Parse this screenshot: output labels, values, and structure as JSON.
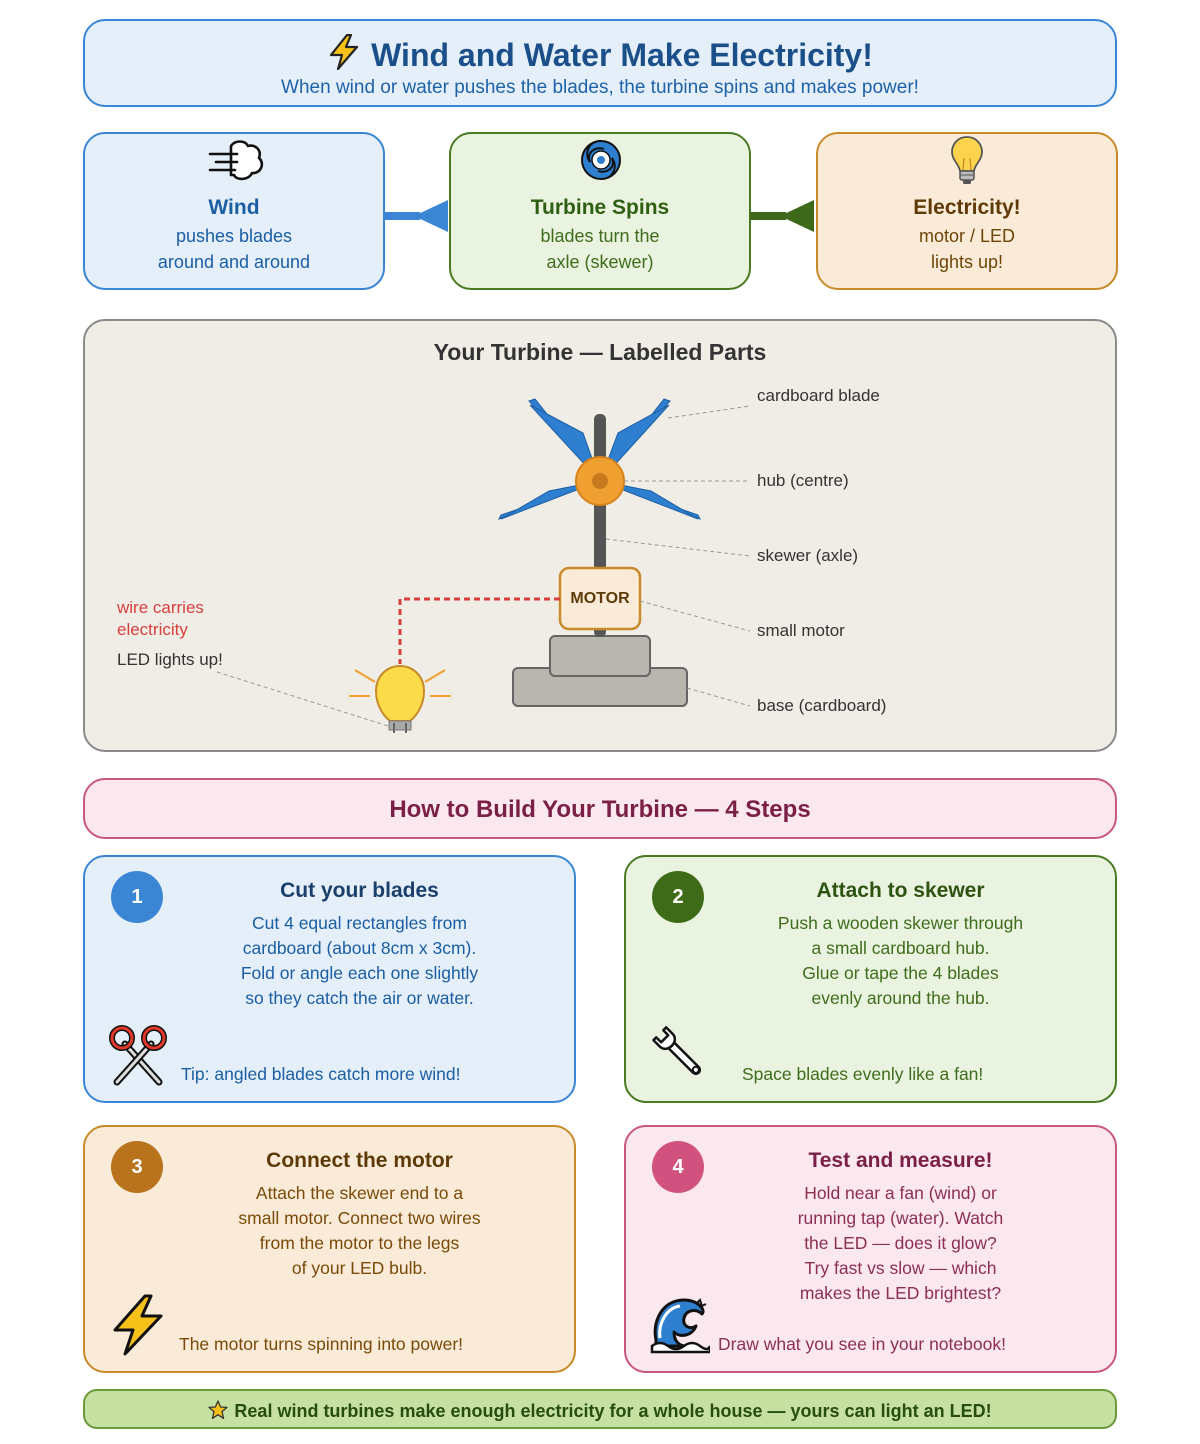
{
  "header": {
    "title": "Wind and Water Make Electricity!",
    "subtitle": "When wind or water pushes the blades, the turbine spins and makes power!"
  },
  "flow": [
    {
      "title": "Wind",
      "lines": [
        "pushes blades",
        "around and around"
      ],
      "icon": "wind-puff-icon"
    },
    {
      "title": "Turbine Spins",
      "lines": [
        "blades turn the",
        "axle (skewer)"
      ],
      "icon": "cyclone-icon"
    },
    {
      "title": "Electricity!",
      "lines": [
        "motor / LED",
        "lights up!"
      ],
      "icon": "light-bulb-icon"
    }
  ],
  "diagram": {
    "title": "Your Turbine — Labelled Parts",
    "motor_text": "MOTOR",
    "labels": {
      "blade": "cardboard blade",
      "hub": "hub (centre)",
      "skewer": "skewer (axle)",
      "motor": "small motor",
      "base": "base (cardboard)",
      "wire_line1": "wire carries",
      "wire_line2": "electricity",
      "led": "LED lights up!"
    }
  },
  "build": {
    "title": "How to Build Your Turbine — 4 Steps",
    "steps": [
      {
        "num": "1",
        "title": "Cut your blades",
        "lines": [
          "Cut 4 equal rectangles from",
          "cardboard (about 8cm x 3cm).",
          "Fold or angle each one slightly",
          "so they catch the air or water."
        ],
        "tip": "Tip: angled blades catch more wind!",
        "icon": "scissors-icon"
      },
      {
        "num": "2",
        "title": "Attach to skewer",
        "lines": [
          "Push a wooden skewer through",
          "a small cardboard hub.",
          "Glue or tape the 4 blades",
          "evenly around the hub."
        ],
        "tip": "Space blades evenly like a fan!",
        "icon": "wrench-icon"
      },
      {
        "num": "3",
        "title": "Connect the motor",
        "lines": [
          "Attach the skewer end to a",
          "small motor. Connect two wires",
          "from the motor to the legs",
          "of your LED bulb."
        ],
        "tip": "The motor turns spinning into power!",
        "icon": "lightning-icon"
      },
      {
        "num": "4",
        "title": "Test and measure!",
        "lines": [
          "Hold near a fan (wind) or",
          "running tap (water). Watch",
          "the LED — does it glow?",
          "Try fast vs slow — which",
          "makes the LED brightest?"
        ],
        "tip": "Draw what you see in your notebook!",
        "icon": "water-wave-icon"
      }
    ]
  },
  "fact": "Real wind turbines make enough electricity for a whole house — yours can light an LED!",
  "colors": {
    "blue": "#3a86d4",
    "green": "#4a7a22",
    "orange": "#c98a2a",
    "pink": "#c9587e",
    "blade_blue": "#2f7fd0",
    "hub_orange": "#f0a030",
    "wire_red": "#d84040"
  }
}
